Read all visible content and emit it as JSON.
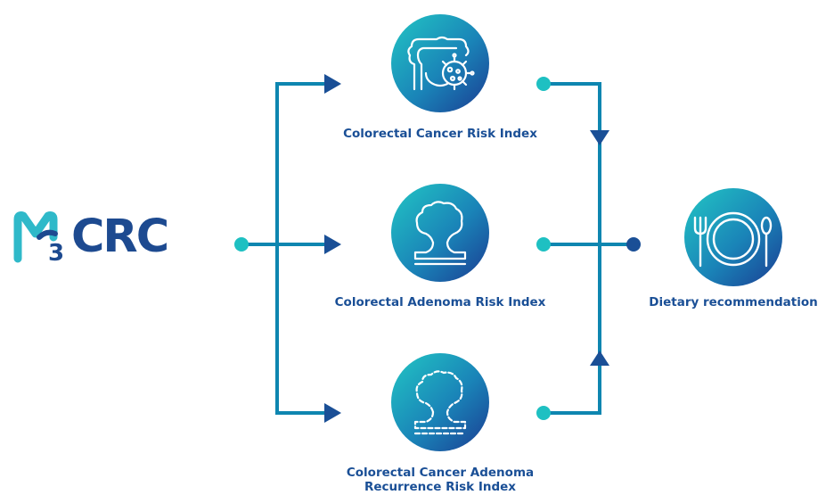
{
  "logo": {
    "text": "CRC",
    "mark_letter": "M",
    "superscript": "3"
  },
  "nodes": {
    "cancer_risk": {
      "label": "Colorectal Cancer Risk Index",
      "icon": "colon-virus-icon"
    },
    "adenoma_risk": {
      "label": "Colorectal Adenoma Risk Index",
      "icon": "polyp-icon"
    },
    "recurrence_risk": {
      "label_line1": "Colorectal Cancer Adenoma",
      "label_line2": "Recurrence Risk Index",
      "icon": "polyp-recurrence-icon"
    },
    "dietary": {
      "label": "Dietary recommendation",
      "icon": "plate-fork-spoon-icon"
    }
  },
  "colors": {
    "line": "#0d7fae",
    "line_dark": "#1a4f96",
    "dot_teal": "#1ec0c2",
    "dot_navy": "#1a4f96",
    "circle_start": "#20c3c3",
    "circle_end": "#1a3f93",
    "logo_teal": "#2fb9c9",
    "logo_navy": "#1d4a90",
    "label": "#1a4f96"
  }
}
